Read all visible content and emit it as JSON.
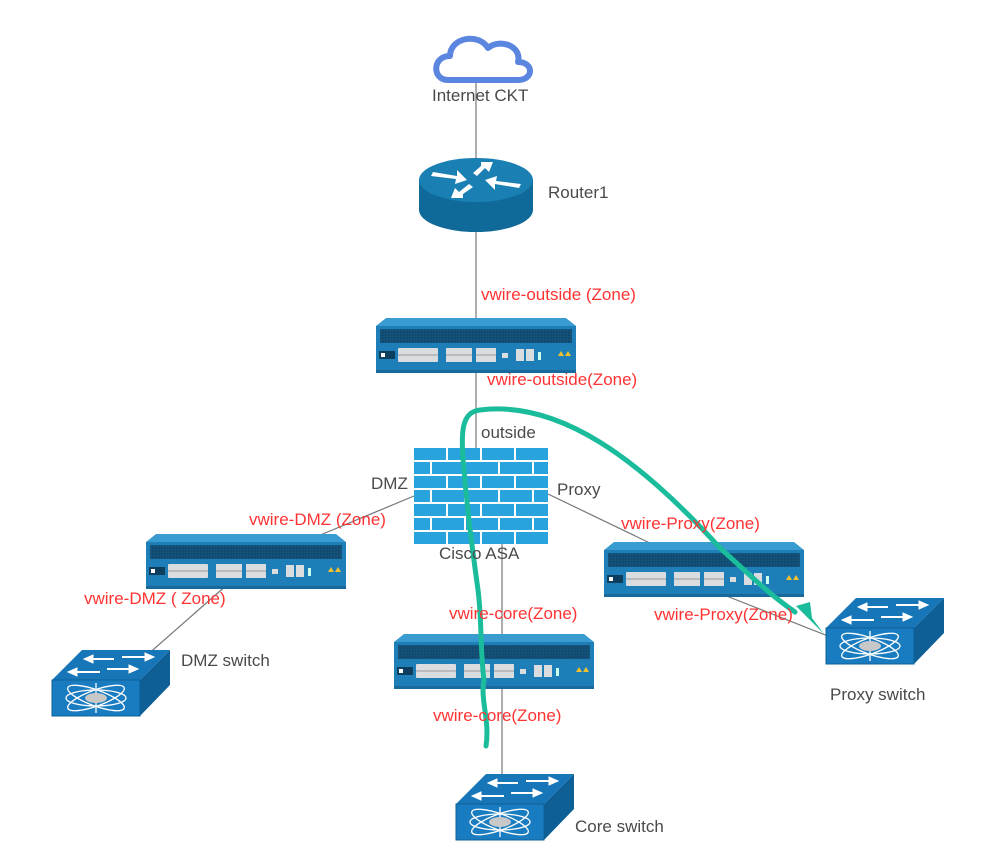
{
  "diagram": {
    "type": "network-topology",
    "colors": {
      "device_blue": "#0f6a99",
      "firewall_blue": "#29a3dd",
      "cloud_blue": "#5b86e0",
      "zone_text": "#ff3333",
      "label_text": "#4a4a4a",
      "link_line": "#777777",
      "traffic_path": "#1abc9c"
    },
    "nodes": {
      "internet": {
        "label": "Internet CKT",
        "icon": "cloud-icon"
      },
      "router": {
        "label": "Router1",
        "icon": "router-icon"
      },
      "fw_outside": {
        "label": "",
        "icon": "palo-alto-firewall-icon"
      },
      "asa": {
        "label": "Cisco ASA",
        "icon": "firewall-brick-icon"
      },
      "fw_dmz": {
        "label": "",
        "icon": "palo-alto-firewall-icon"
      },
      "fw_proxy": {
        "label": "",
        "icon": "palo-alto-firewall-icon"
      },
      "fw_core": {
        "label": "",
        "icon": "palo-alto-firewall-icon"
      },
      "sw_dmz": {
        "label": "DMZ switch",
        "icon": "switch-icon"
      },
      "sw_proxy": {
        "label": "Proxy switch",
        "icon": "switch-icon"
      },
      "sw_core": {
        "label": "Core switch",
        "icon": "switch-icon"
      }
    },
    "interfaces": {
      "asa_outside": "outside",
      "asa_dmz": "DMZ",
      "asa_proxy": "Proxy"
    },
    "zones": {
      "outside_top": "vwire-outside (Zone)",
      "outside_bottom": "vwire-outside(Zone)",
      "dmz_top": "vwire-DMZ (Zone)",
      "dmz_bottom": "vwire-DMZ ( Zone)",
      "proxy_top": "vwire-Proxy(Zone)",
      "proxy_bottom": "vwire-Proxy(Zone)",
      "core_top": "vwire-core(Zone)",
      "core_bottom": "vwire-core(Zone)"
    },
    "links": [
      [
        "internet",
        "router"
      ],
      [
        "router",
        "fw_outside"
      ],
      [
        "fw_outside",
        "asa"
      ],
      [
        "asa",
        "fw_dmz"
      ],
      [
        "fw_dmz",
        "sw_dmz"
      ],
      [
        "asa",
        "fw_proxy"
      ],
      [
        "fw_proxy",
        "sw_proxy"
      ],
      [
        "asa",
        "fw_core"
      ],
      [
        "fw_core",
        "sw_core"
      ]
    ],
    "traffic_path": {
      "from": "sw_core",
      "to": "sw_proxy",
      "via": [
        "fw_core",
        "asa",
        "fw_proxy"
      ]
    }
  }
}
